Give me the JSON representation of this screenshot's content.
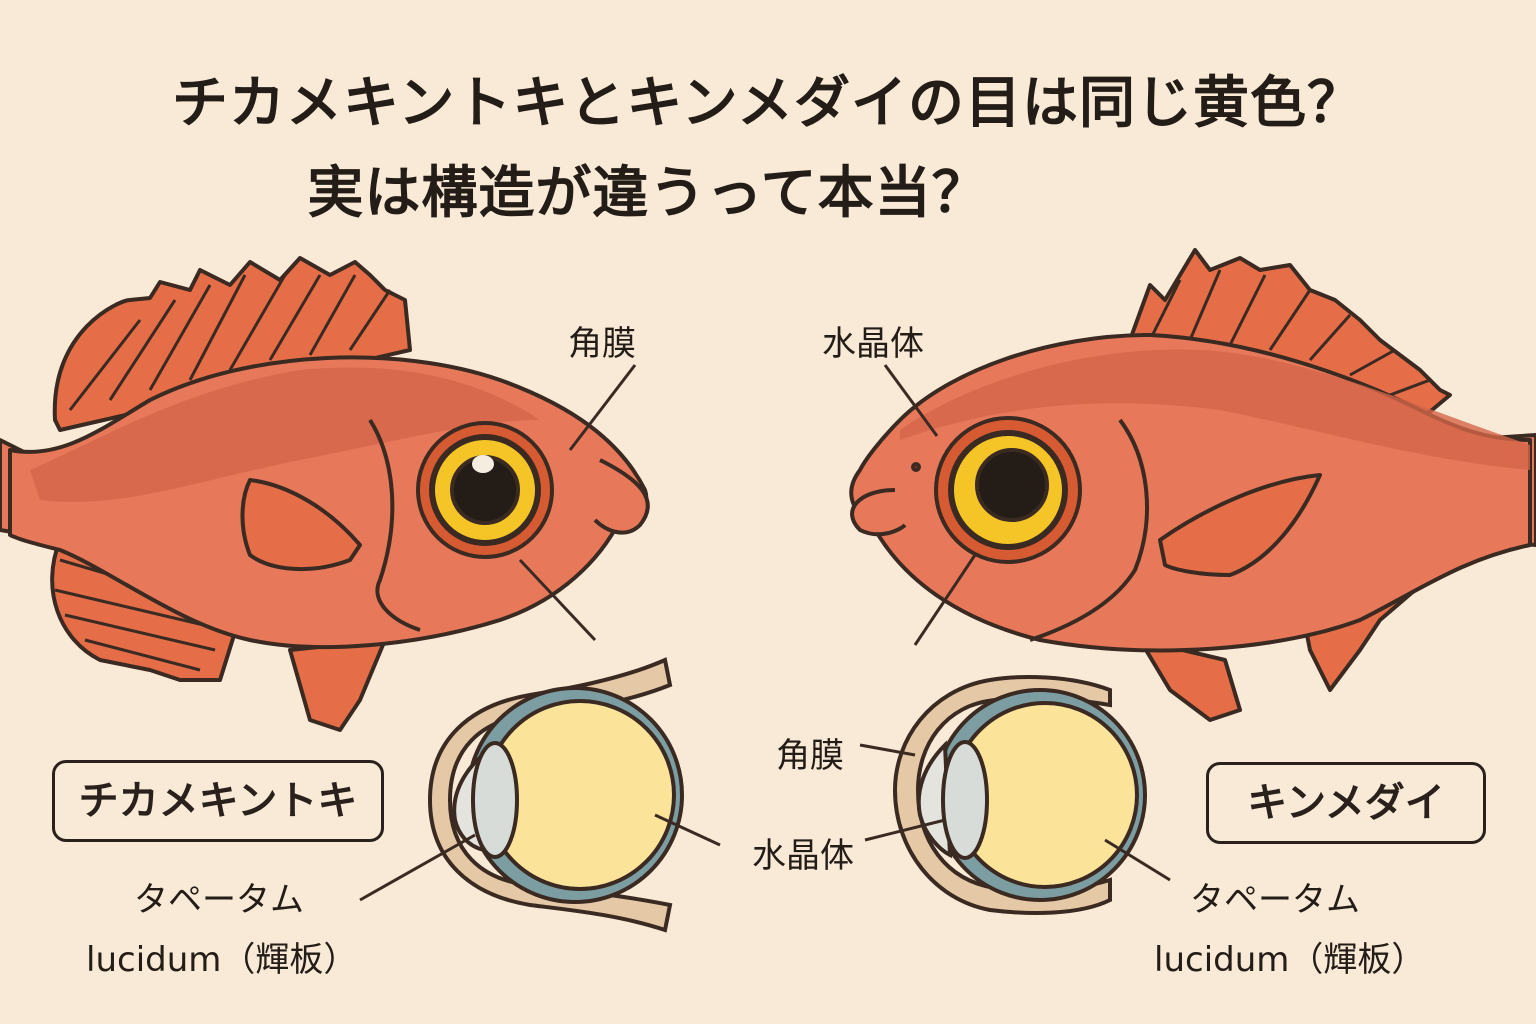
{
  "title": {
    "line1": "チカメキントキとキンメダイの目は同じ黄色？",
    "line2": "実は構造が違うって本当？"
  },
  "left_fish": {
    "name": "チカメキントキ",
    "label_top": "角膜",
    "eye_labels": {
      "tapetum_line1": "タペータム",
      "tapetum_line2": "lucidum（輝板）"
    }
  },
  "right_fish": {
    "name": "キンメダイ",
    "label_top": "水晶体",
    "eye_labels": {
      "tapetum_line1": "タペータム",
      "tapetum_line2": "lucidum（輝板）"
    }
  },
  "center_labels": {
    "cornea": "角膜",
    "lens": "水晶体"
  },
  "colors": {
    "background": "#f8ead7",
    "fish_body": "#e8785a",
    "fish_back": "#d4654a",
    "fin": "#e56e48",
    "outline": "#3b2a22",
    "eye_yellow": "#f5c528",
    "eye_ring": "#d65a32",
    "vitreous": "#fbe39a",
    "sclera": "#7c9ea3",
    "lens": "#d8dcd8",
    "skin": "#e5c8a5"
  }
}
